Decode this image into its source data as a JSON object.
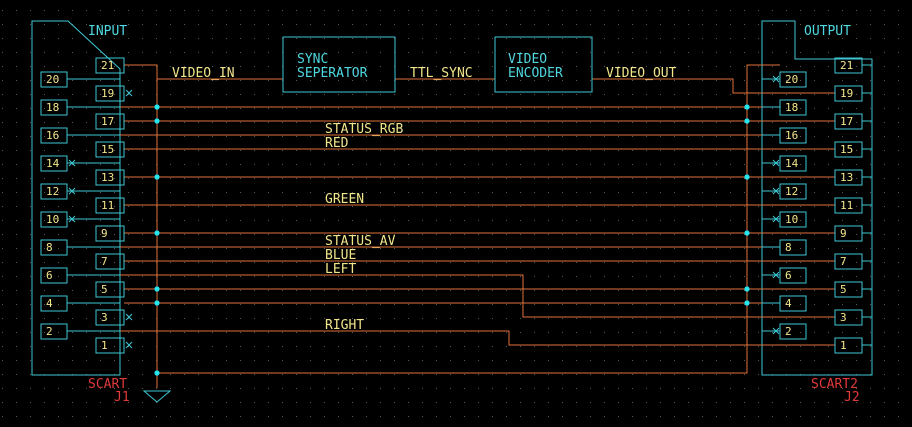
{
  "colors": {
    "background": "#000000",
    "grid_dot": "#5a5a5a",
    "component": "#3cc8d4",
    "wire": "#e0703a",
    "text": "#f2e68a",
    "junction": "#24e6f0",
    "designator": "#e03a3a"
  },
  "connectors": {
    "input": {
      "title": "INPUT",
      "type": "SCART",
      "designator": "J1",
      "left_pins": [
        "20",
        "18",
        "16",
        "14",
        "12",
        "10",
        "8",
        "6",
        "4",
        "2"
      ],
      "right_pins": [
        "21",
        "19",
        "17",
        "15",
        "13",
        "11",
        "9",
        "7",
        "5",
        "3",
        "1"
      ]
    },
    "output": {
      "title": "OUTPUT",
      "type": "SCART2",
      "designator": "J2",
      "left_pins": [
        "20",
        "18",
        "16",
        "14",
        "12",
        "10",
        "8",
        "6",
        "4",
        "2"
      ],
      "right_pins": [
        "21",
        "19",
        "17",
        "15",
        "13",
        "11",
        "9",
        "7",
        "5",
        "3",
        "1"
      ]
    }
  },
  "blocks": {
    "sync": {
      "line1": "SYNC",
      "line2": "SEPERATOR"
    },
    "encoder": {
      "line1": "VIDEO",
      "line2": "ENCODER"
    }
  },
  "nets": {
    "video_in": "VIDEO_IN",
    "ttl_sync": "TTL_SYNC",
    "video_out": "VIDEO_OUT",
    "status_rgb": "STATUS_RGB",
    "red": "RED",
    "green": "GREEN",
    "status_av": "STATUS_AV",
    "blue": "BLUE",
    "left": "LEFT",
    "right": "RIGHT"
  }
}
